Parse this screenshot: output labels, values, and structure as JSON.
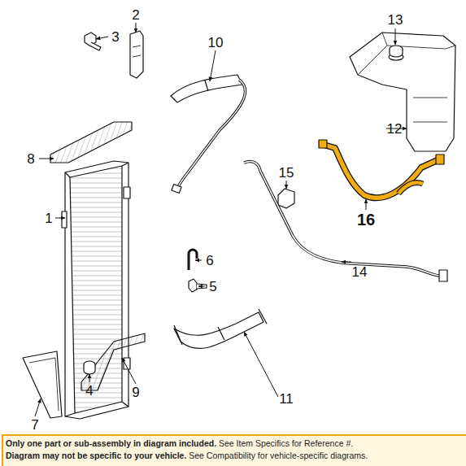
{
  "diagram": {
    "labels": [
      "1",
      "2",
      "3",
      "4",
      "5",
      "6",
      "7",
      "8",
      "9",
      "10",
      "11",
      "12",
      "13",
      "14",
      "15",
      "16",
      "Only one part or sub-assembly in diagram included.",
      "See Item Specifics for Reference #.",
      "Diagram may not be specific to your vehicle.",
      "See Compatibility for vehicle-specific diagrams."
    ]
  }
}
